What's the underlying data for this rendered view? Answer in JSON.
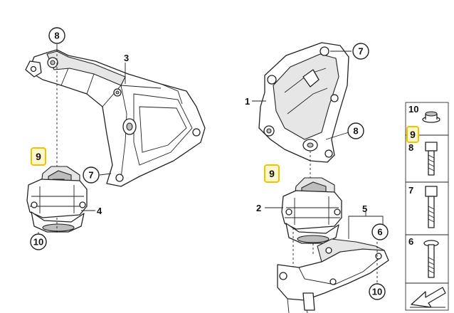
{
  "diagram": {
    "labels": {
      "l1": "1",
      "l2": "2",
      "l3": "3",
      "l4": "4",
      "l5": "5",
      "c8a": "8",
      "c8b": "8",
      "c7a": "7",
      "c7b": "7",
      "c10a": "10",
      "c10b": "10",
      "c6": "6",
      "h9a": "9",
      "h9b": "9"
    },
    "sidebar": {
      "items": [
        "10",
        "9",
        "8",
        "7",
        "6"
      ]
    },
    "colors": {
      "highlight_border": "#f2c200",
      "highlight_fill": "#fff7cc",
      "line": "#222222"
    }
  }
}
